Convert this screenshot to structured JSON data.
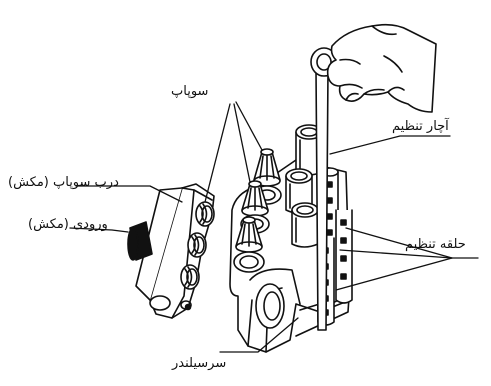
{
  "labels": {
    "valve": "سوپاپ",
    "valve_cover": "درب سوپاپ (مکش)",
    "inlet": "ورودی (مکش)",
    "adjusting_wrench": "آچار تنظیم",
    "adjusting_ring": "حلقه تنظیم",
    "cylinder_head": "سرسیلندر"
  },
  "colors": {
    "ink": "#111111",
    "background": "#ffffff"
  }
}
